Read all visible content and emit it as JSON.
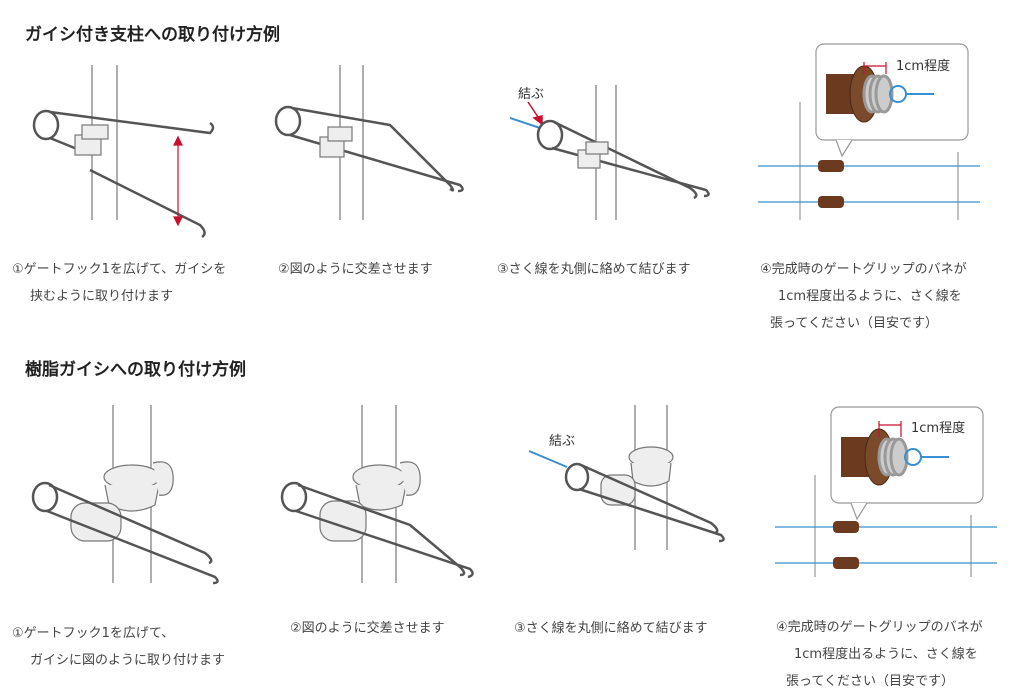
{
  "sections": [
    {
      "title": "ガイシ付き支柱への取り付け方例",
      "steps": [
        {
          "line1": "①ゲートフック1を広げて、ガイシを",
          "line2": "挟むように取り付けます"
        },
        {
          "line1": "②図のように交差させます"
        },
        {
          "line1": "③さく線を丸側に絡めて結びます",
          "label": "結ぶ"
        },
        {
          "line1": "④完成時のゲートグリップのバネが",
          "line2": "1cm程度出るように、さく線を",
          "line3": "張ってください（目安です）",
          "label": "1cm程度"
        }
      ]
    },
    {
      "title": "樹脂ガイシへの取り付け方例",
      "steps": [
        {
          "line1": "①ゲートフック1を広げて、",
          "line2": "ガイシに図のように取り付けます"
        },
        {
          "line1": "②図のように交差させます"
        },
        {
          "line1": "③さく線を丸側に絡めて結びます",
          "label": "結ぶ"
        },
        {
          "line1": "④完成時のゲートグリップのバネが",
          "line2": "1cm程度出るように、さく線を",
          "line3": "張ってください（目安です）",
          "label": "1cm程度"
        }
      ]
    }
  ],
  "colors": {
    "wire": "#555555",
    "post": "#777777",
    "fence_wire": "#3a8fd0",
    "arrow": "#c8102e",
    "grip_brown": "#6b3a1f",
    "spring": "#999999"
  }
}
